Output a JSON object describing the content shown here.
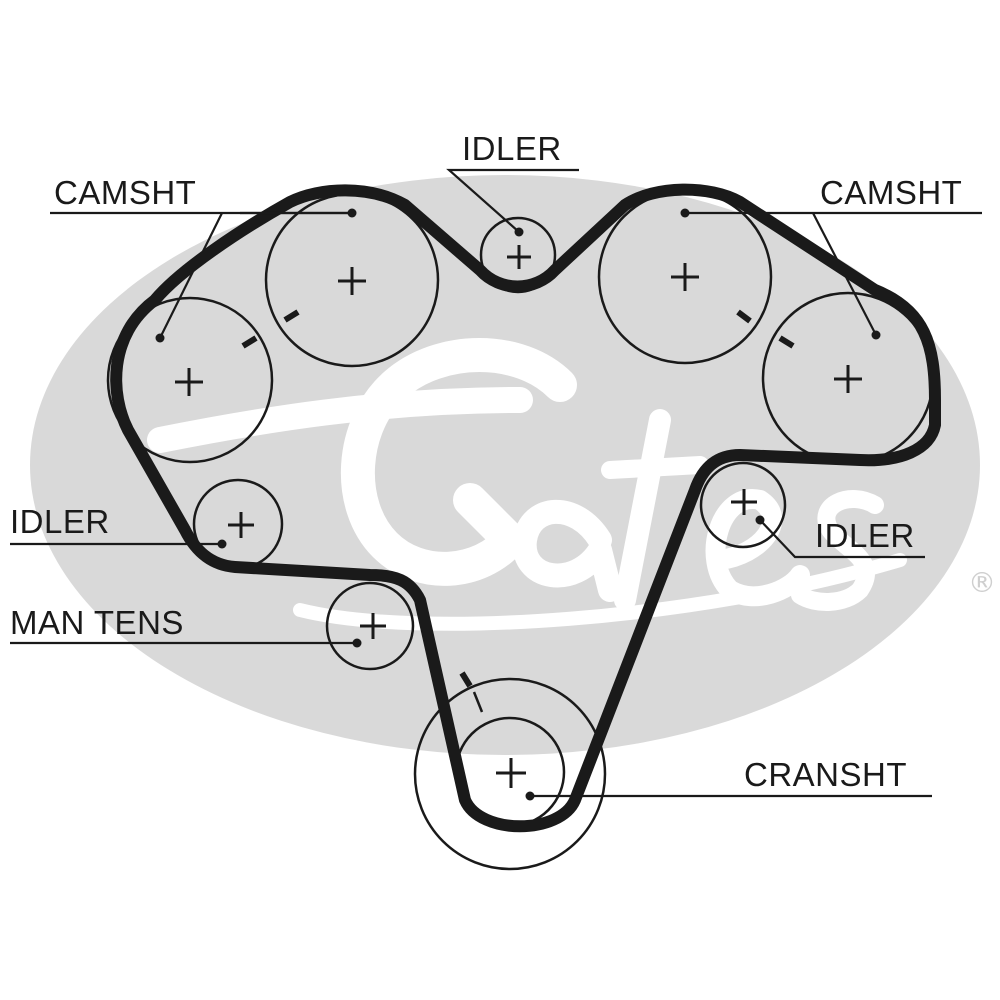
{
  "colors": {
    "background": "#ffffff",
    "watermark": "#d9d9d9",
    "ink": "#1a1a1a"
  },
  "watermark": {
    "brand": "Gates",
    "registered_mark": "®"
  },
  "labels": {
    "idler_top": "IDLER",
    "camshaft_left": "CAMSHT",
    "camshaft_right": "CAMSHT",
    "idler_left": "IDLER",
    "idler_right": "IDLER",
    "manual_tensioner": "MAN TENS",
    "crankshaft": "CRANSHT"
  }
}
